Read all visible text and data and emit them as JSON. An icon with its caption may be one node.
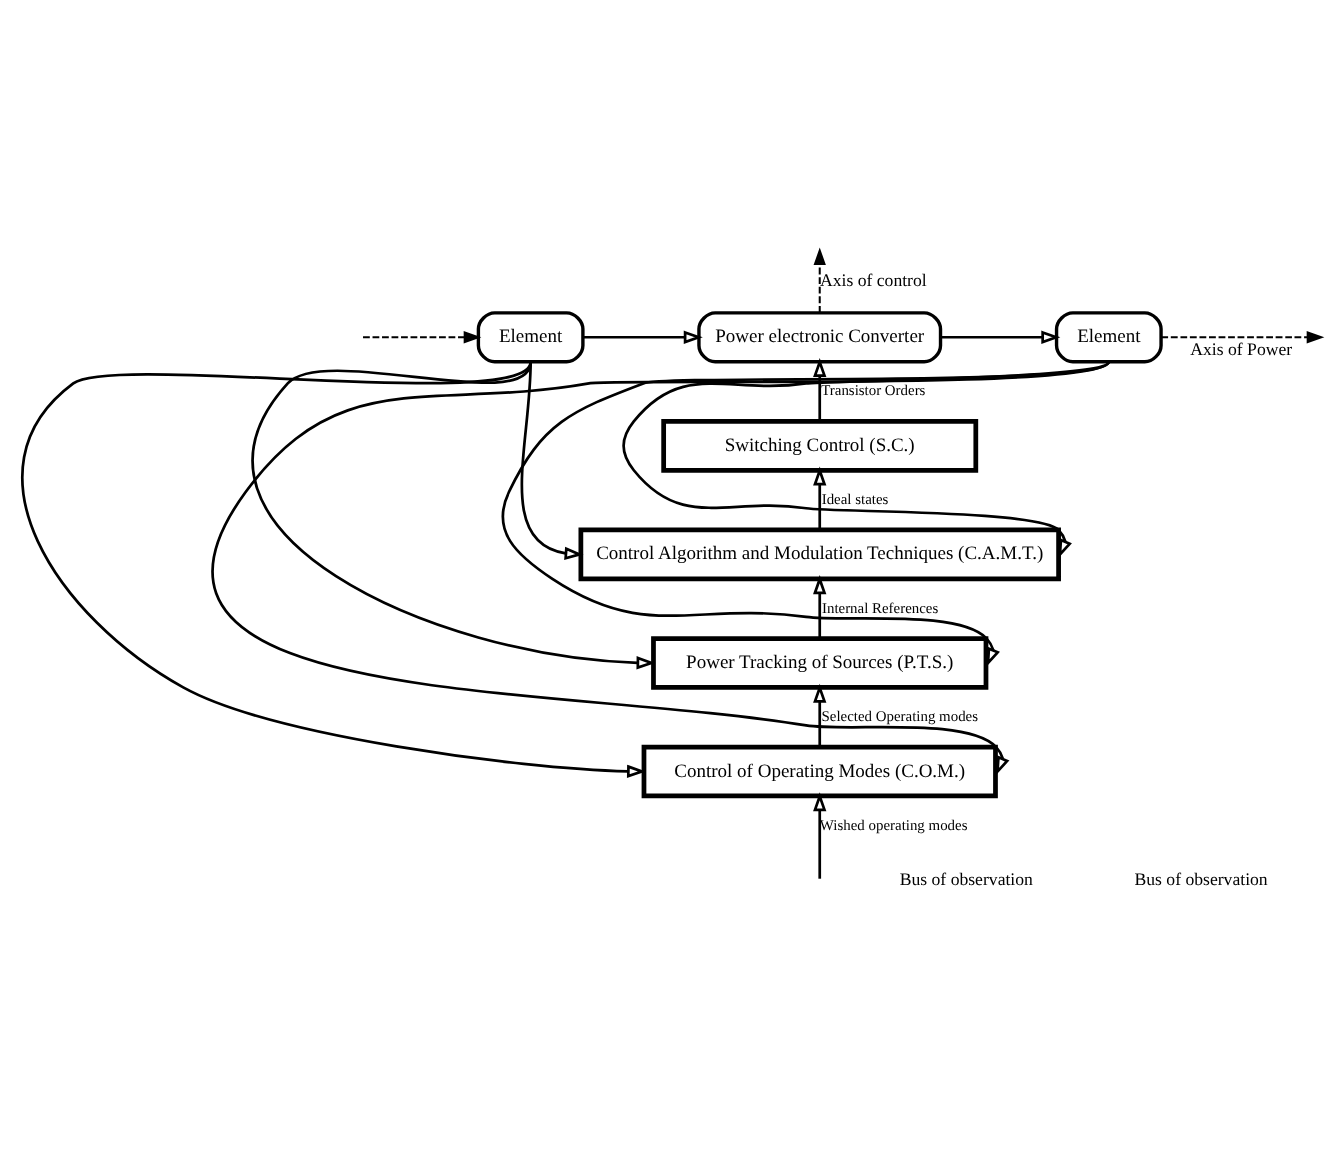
{
  "diagram": {
    "nodes": [
      {
        "text": [
          "Element"
        ]
      },
      {
        "text": [
          "Power electronic Converter"
        ]
      },
      {
        "text": [
          "Element"
        ]
      },
      {
        "text": [
          "Switching Control (S.C.)"
        ]
      },
      {
        "text": [
          "Control Algorithm and Modulation Techniques (C.A.M.T.)"
        ]
      },
      {
        "text": [
          "Power Tracking of Sources (P.T.S.)"
        ]
      },
      {
        "text": [
          "Control of Operating Modes (C.O.M.)"
        ]
      }
    ],
    "edges": [
      {
        "from": null,
        "to": 0,
        "arrow": "to",
        "style": "dashed"
      },
      {
        "from": 0,
        "to": 1,
        "arrow": "to"
      },
      {
        "from": 1,
        "to": 2,
        "arrow": "to"
      },
      {
        "from": 1,
        "to": null,
        "arrow": "to",
        "style": "dashed",
        "label": "Axis of control"
      },
      {
        "from": 2,
        "to": null,
        "arrow": "to",
        "style": "dashed",
        "label": "Axis of Power"
      },
      {
        "from": 3,
        "to": 1,
        "arrow": "to",
        "label": "Transistor Orders"
      },
      {
        "from": 4,
        "to": 3,
        "arrow": "to",
        "label": "Ideal states"
      },
      {
        "from": 5,
        "to": 4,
        "arrow": "to",
        "label": "Internal References"
      },
      {
        "from": 6,
        "to": 5,
        "arrow": "to",
        "label": "Selected Operating modes"
      },
      {
        "from": null,
        "to": 6,
        "arrow": "to",
        "label": "Wished operating modes"
      },
      {
        "from": 0,
        "to": 4,
        "arrow": "to"
      },
      {
        "from": 0,
        "to": 5,
        "arrow": "to"
      },
      {
        "from": 0,
        "to": 6,
        "arrow": "to"
      },
      {
        "from": 2,
        "to": 4,
        "arrow": "to"
      },
      {
        "from": 2,
        "to": 5,
        "arrow": "to"
      },
      {
        "from": 2,
        "to": 6,
        "arrow": "to"
      }
    ],
    "labels": [
      "Bus of observation",
      "Bus of observation"
    ]
  }
}
